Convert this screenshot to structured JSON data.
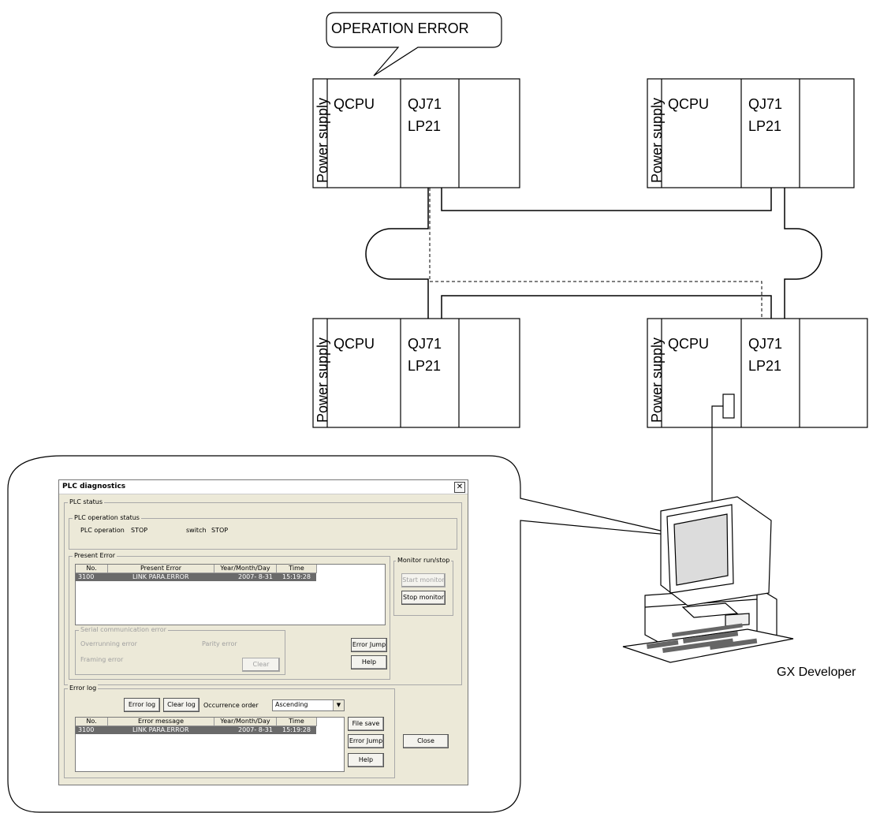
{
  "callout": {
    "text": "OPERATION ERROR"
  },
  "stations": [
    {
      "power": "Power supply",
      "cpu": "QCPU",
      "network_line1": "QJ71",
      "network_line2": "LP21"
    },
    {
      "power": "Power supply",
      "cpu": "QCPU",
      "network_line1": "QJ71",
      "network_line2": "LP21"
    },
    {
      "power": "Power supply",
      "cpu": "QCPU",
      "network_line1": "QJ71",
      "network_line2": "LP21"
    },
    {
      "power": "Power supply",
      "cpu": "QCPU",
      "network_line1": "QJ71",
      "network_line2": "LP21"
    }
  ],
  "pc_label": "GX Developer",
  "dialog": {
    "title": "PLC diagnostics",
    "plc_status_group": "PLC status",
    "operation_status_group": "PLC operation status",
    "plc_operation_label": "PLC operation",
    "plc_operation_value": "STOP",
    "switch_label": "switch",
    "switch_value": "STOP",
    "present_error_group": "Present Error",
    "present_columns": [
      "No.",
      "Present Error",
      "Year/Month/Day",
      "Time"
    ],
    "present_rows": [
      {
        "no": "3100",
        "error": "LINK PARA.ERROR",
        "date": "2007- 8-31",
        "time": "15:19:28"
      }
    ],
    "monitor_group": "Monitor run/stop",
    "start_monitor": "Start monitor",
    "stop_monitor": "Stop monitor",
    "serial_group": "Serial communication error",
    "overrunning": "Overrunning error",
    "parity": "Parity error",
    "framing": "Framing error",
    "clear": "Clear",
    "error_jump": "Error Jump",
    "help": "Help",
    "error_log_group": "Error log",
    "error_log_btn": "Error log",
    "clear_log_btn": "Clear log",
    "occurrence_order_label": "Occurrence order",
    "occurrence_order_value": "Ascending",
    "log_columns": [
      "No.",
      "Error message",
      "Year/Month/Day",
      "Time"
    ],
    "log_rows": [
      {
        "no": "3100",
        "error": "LINK PARA.ERROR",
        "date": "2007- 8-31",
        "time": "15:19:28"
      }
    ],
    "file_save": "File save",
    "error_jump2": "Error Jump",
    "help2": "Help",
    "close": "Close"
  }
}
